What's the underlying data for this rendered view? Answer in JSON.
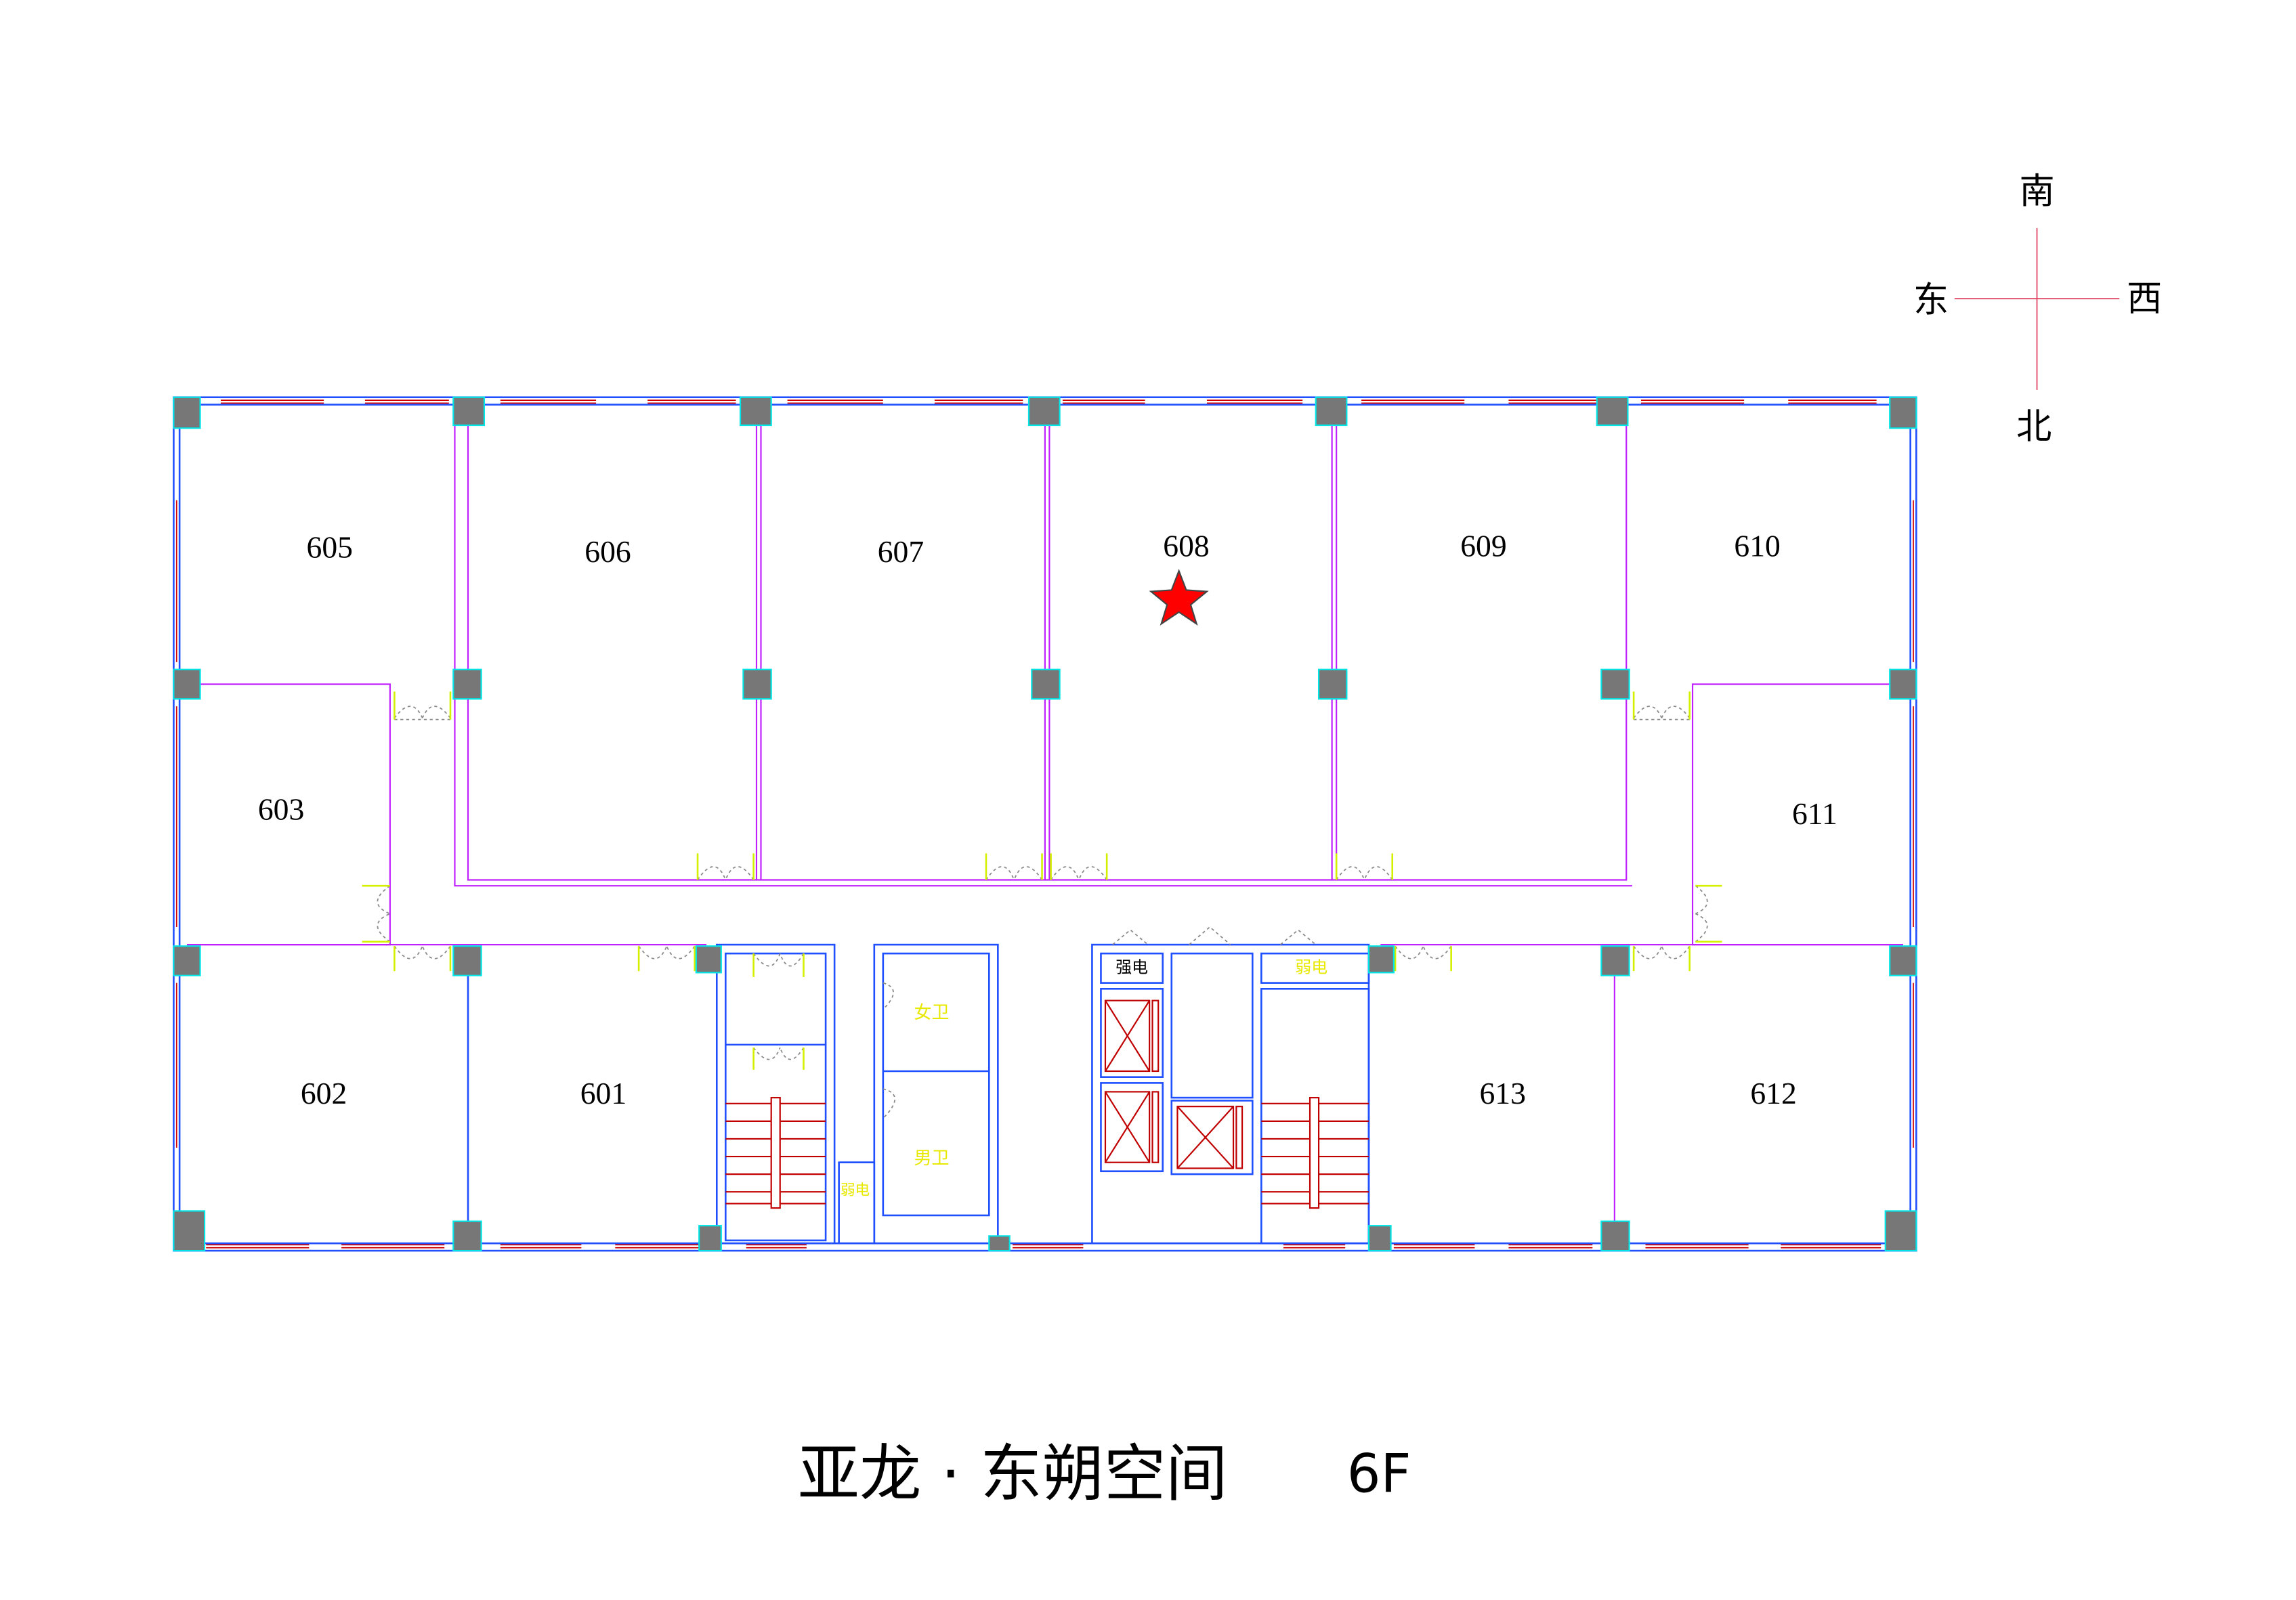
{
  "title": "亚龙 · 东朔空间",
  "floor": "6F",
  "compass": {
    "north": "北",
    "south": "南",
    "east": "东",
    "west": "西"
  },
  "rooms": {
    "r601": "601",
    "r602": "602",
    "r603": "603",
    "r605": "605",
    "r606": "606",
    "r607": "607",
    "r608": "608",
    "r609": "609",
    "r610": "610",
    "r611": "611",
    "r612": "612",
    "r613": "613"
  },
  "core": {
    "strong_power": "强电",
    "weak_power": "弱电",
    "womens_restroom": "女卫",
    "mens_restroom": "男卫"
  },
  "marker": {
    "room": "608",
    "icon": "star-icon",
    "color": "#ff0000"
  },
  "colors": {
    "wall": "#1f4fff",
    "partition": "#c020ff",
    "window": "#d00000",
    "column": "#777777",
    "door": "#d4f000"
  }
}
